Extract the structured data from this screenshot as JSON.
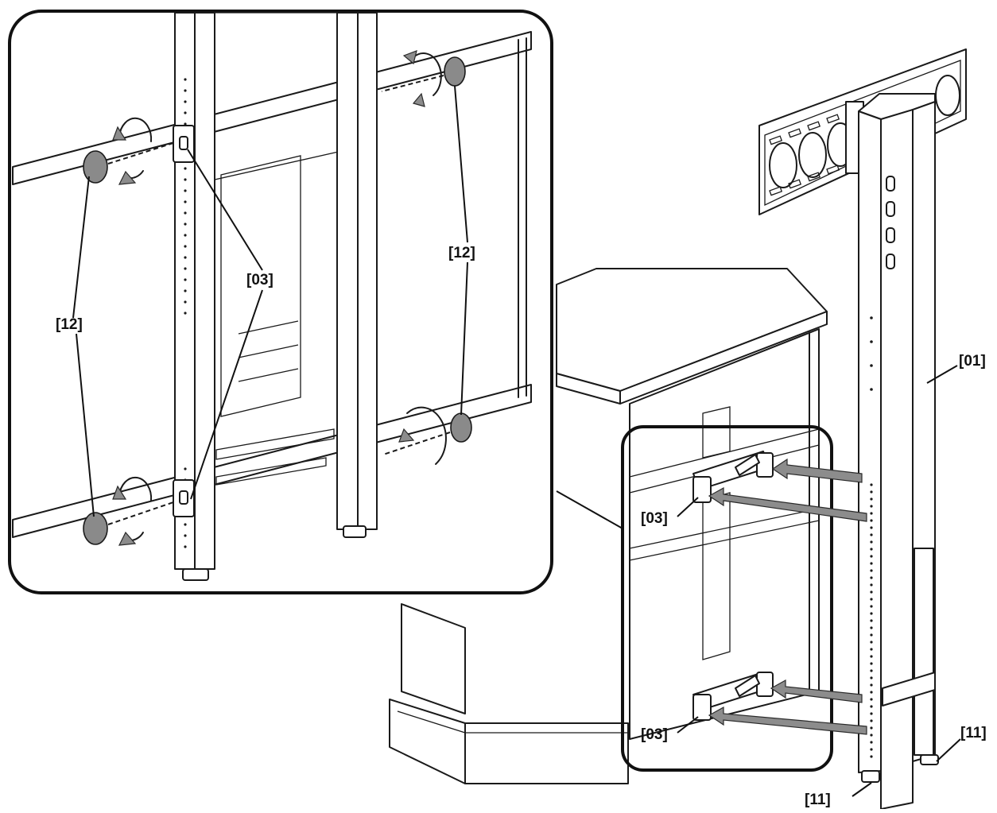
{
  "labels": {
    "main_post": "[01]",
    "foot_left": "[11]",
    "foot_right": "[11]",
    "bracket_upper": "[03]",
    "bracket_lower": "[03]",
    "inset_bracket": "[03]",
    "inset_knob_left": "[12]",
    "inset_knob_right": "[12]"
  },
  "colors": {
    "line": "#1a1a1a",
    "arrow_fill": "#8c8c8c",
    "knob_fill": "#8a8a8a",
    "background": "#ffffff"
  }
}
